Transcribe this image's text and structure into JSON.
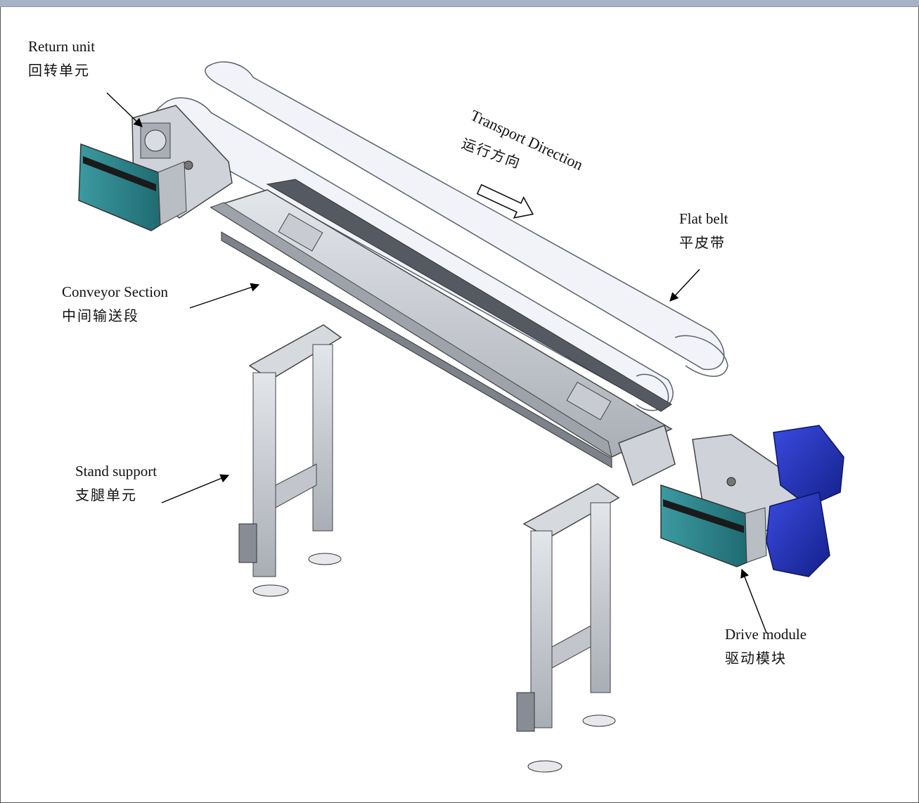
{
  "labels": {
    "return_unit": {
      "en": "Return unit",
      "zh": "回转单元"
    },
    "transport_direction": {
      "en": "Transport Direction",
      "zh": "运行方向"
    },
    "flat_belt": {
      "en": "Flat belt",
      "zh": "平皮带"
    },
    "conveyor_section": {
      "en": "Conveyor Section",
      "zh": "中间输送段"
    },
    "stand_support": {
      "en": "Stand support",
      "zh": "支腿单元"
    },
    "drive_module": {
      "en": "Drive module",
      "zh": "驱动模块"
    }
  },
  "colors": {
    "aluminium": "#c9cdd3",
    "aluminium_dark": "#8c9098",
    "belt": "#eef0f6",
    "cover_teal": "#2f7f86",
    "motor_blue": "#1f2fb3",
    "header_bar": "#a7b2c6"
  }
}
